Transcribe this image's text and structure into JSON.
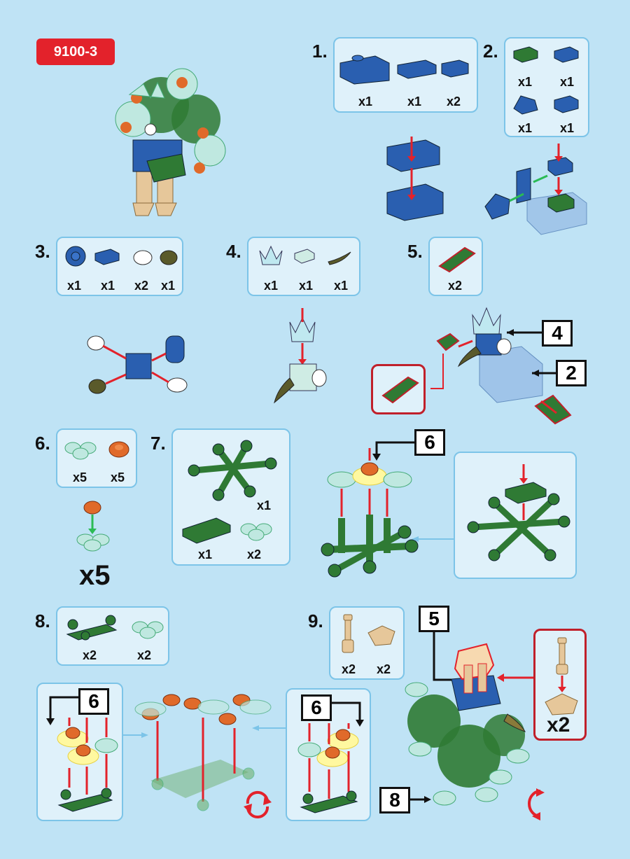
{
  "set_code": "9100-3",
  "steps": [
    {
      "num": "1.",
      "quantities": [
        "x1",
        "x1",
        "x2"
      ]
    },
    {
      "num": "2.",
      "quantities": [
        "x1",
        "x1",
        "x1",
        "x1"
      ]
    },
    {
      "num": "3.",
      "quantities": [
        "x1",
        "x1",
        "x2",
        "x1"
      ]
    },
    {
      "num": "4.",
      "quantities": [
        "x1",
        "x1",
        "x1"
      ]
    },
    {
      "num": "5.",
      "quantities": [
        "x2"
      ]
    },
    {
      "num": "6.",
      "quantities": [
        "x5",
        "x5"
      ],
      "repeat": "x5"
    },
    {
      "num": "7.",
      "quantities": [
        "x1",
        "x1",
        "x2"
      ]
    },
    {
      "num": "8.",
      "quantities": [
        "x2",
        "x2"
      ]
    },
    {
      "num": "9.",
      "quantities": [
        "x2",
        "x2"
      ],
      "sub_repeat": "x2"
    }
  ],
  "callouts": {
    "step5_sub4": "4",
    "step5_sub2": "2",
    "step7_sub6": "6",
    "step8_left_sub6": "6",
    "step8_right_sub6": "6",
    "step9_sub5": "5",
    "step9_sub8": "8"
  },
  "colors": {
    "background": "#bfe3f5",
    "panel_border": "#7cc4e8",
    "badge_red": "#e3222b",
    "arrow_red": "#e3222b",
    "brick_blue": "#2a5fb0",
    "brick_green": "#2f7a34",
    "leaf_light": "#bfe8e0",
    "flower_orange": "#e06a2a",
    "tan": "#e6c79a"
  }
}
